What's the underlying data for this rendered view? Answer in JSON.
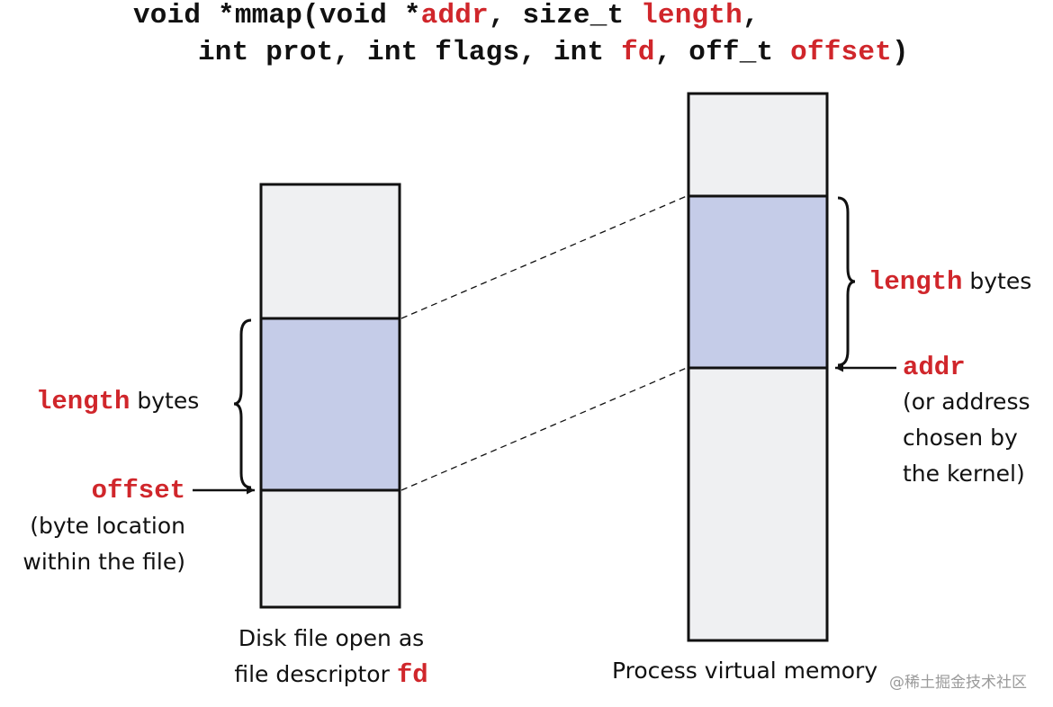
{
  "signature": {
    "line1": {
      "part1": "void *mmap(void *",
      "addr": "addr",
      "part2": ", size_t ",
      "length": "length",
      "part3": ","
    },
    "line2": {
      "part1": "int prot, int flags, int ",
      "fd": "fd",
      "part2": ", off_t ",
      "offset": "offset",
      "part3": ")"
    }
  },
  "disk_file": {
    "length_code": "length",
    "length_suffix": " bytes",
    "offset_code": "offset",
    "offset_desc_line1": "(byte location",
    "offset_desc_line2": "within the file)",
    "caption_line1": "Disk file open as",
    "caption_line2_text": "file descriptor ",
    "caption_line2_code": "fd"
  },
  "virtual_memory": {
    "length_code": "length",
    "length_suffix": " bytes",
    "addr_code": "addr",
    "addr_desc_line1": "(or address",
    "addr_desc_line2": "chosen by",
    "addr_desc_line3": "the kernel)",
    "caption": "Process virtual memory"
  },
  "colors": {
    "code_red": "#d0262b",
    "box_fill": "#eff0f2",
    "region_fill": "#c5cce8",
    "stroke": "#111111"
  },
  "watermark": "@稀土掘金技术社区"
}
